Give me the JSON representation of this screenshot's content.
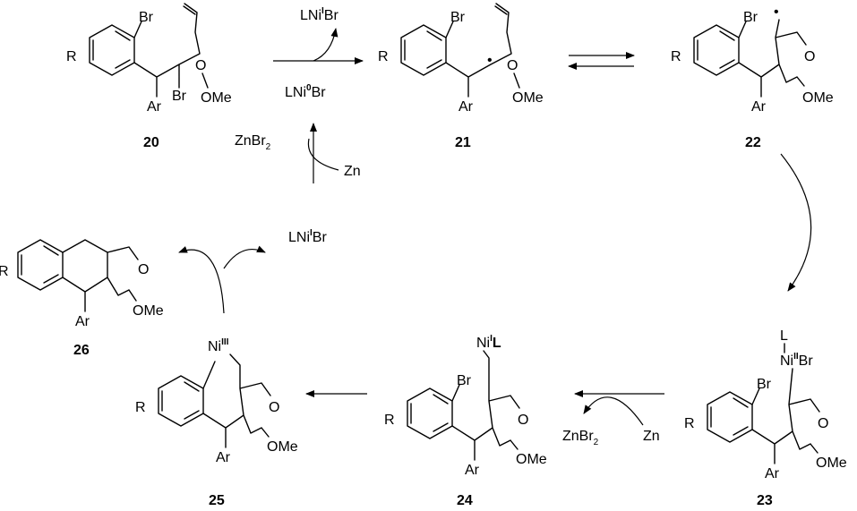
{
  "compounds": [
    {
      "id": "c20",
      "number": "20"
    },
    {
      "id": "c21",
      "number": "21"
    },
    {
      "id": "c22",
      "number": "22"
    },
    {
      "id": "c23",
      "number": "23"
    },
    {
      "id": "c24",
      "number": "24"
    },
    {
      "id": "c25",
      "number": "25"
    },
    {
      "id": "c26",
      "number": "26"
    }
  ],
  "atoms": {
    "br": "Br",
    "r": "R",
    "o": "O",
    "ar": "Ar",
    "ome": "OMe",
    "dot": "•",
    "l": "L",
    "ni": "Ni",
    "ni_br": "Br",
    "ni_l": "L",
    "ni_oxidation_i": "I",
    "ni_oxidation_ii": "II",
    "ni_oxidation_iii": "III"
  },
  "reagents": {
    "lni": "LNi",
    "ni_i_sup": "I",
    "ni_0_sup": "0",
    "br_suffix": "Br",
    "znbr": "ZnBr",
    "znbr_sub": "2",
    "zn": "Zn"
  }
}
